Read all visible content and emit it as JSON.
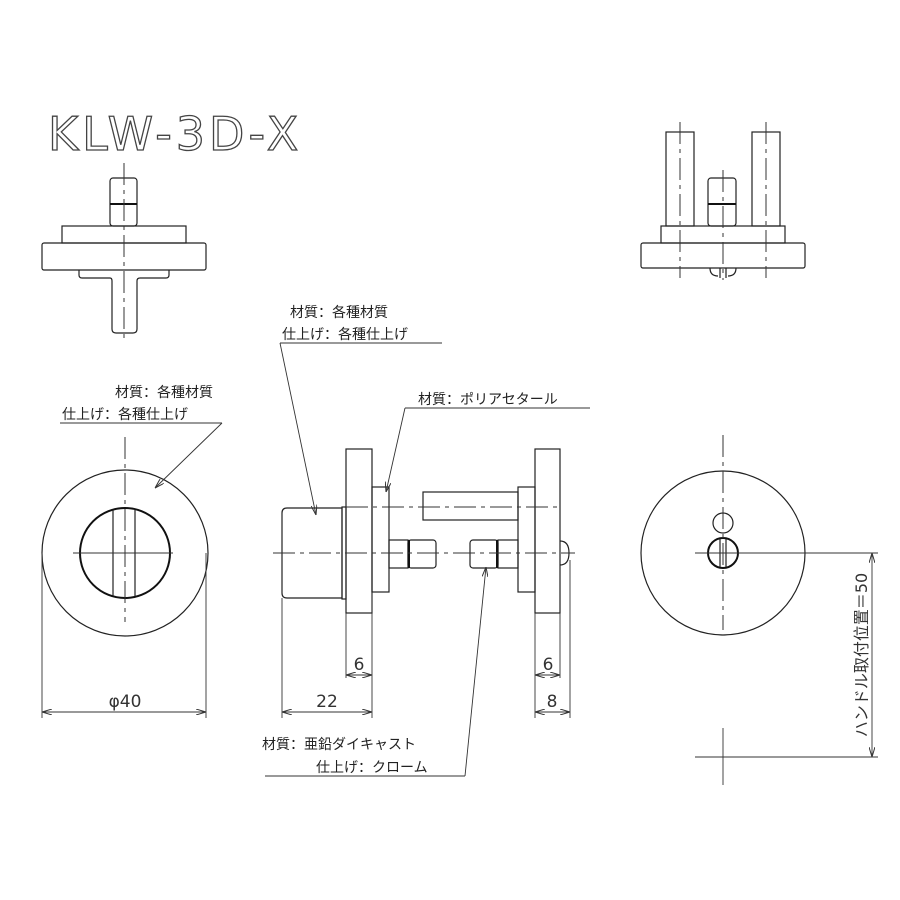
{
  "title": "KLW-3D-X",
  "labels": {
    "left_material": "材質：各種材質",
    "left_finish": "仕上げ：各種仕上げ",
    "knob_material": "材質：各種材質",
    "knob_finish": "仕上げ：各種仕上げ",
    "rose_material": "材質：ポリアセタール",
    "spindle_material": "材質：亜鉛ダイキャスト",
    "spindle_finish": "仕上げ：クローム"
  },
  "dimensions": {
    "diameter": "φ40",
    "rose_left_thickness": "6",
    "knob_depth": "22",
    "rose_right_thickness": "6",
    "right_depth": "8",
    "handle_position": "ハンドル取付位置＝50"
  }
}
